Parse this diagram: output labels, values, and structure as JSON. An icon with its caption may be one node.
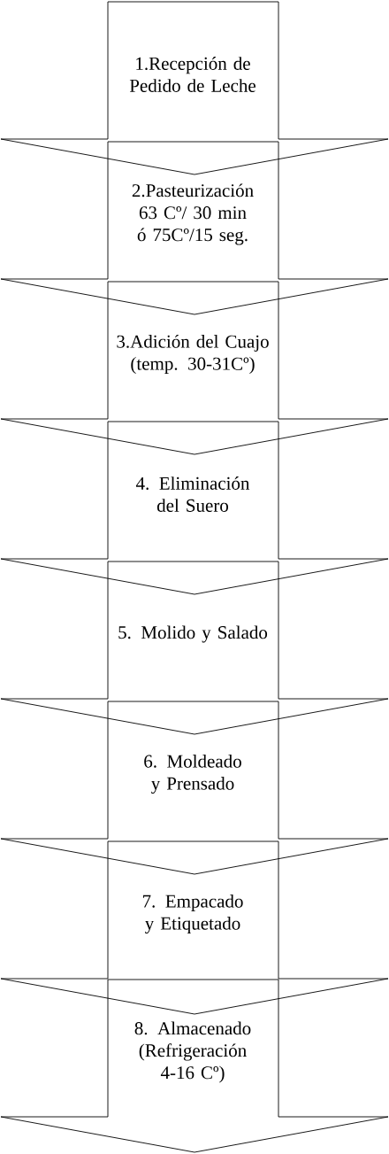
{
  "diagram": {
    "nodes": [
      {
        "text": [
          "1.Recepción de Pedido de Leche"
        ]
      },
      {
        "text": [
          "2.Pasteurización 63 Cº/ 30 min ó 75Cº/15 seg."
        ]
      },
      {
        "text": [
          "3.Adición del Cuajo (temp. 30-31Cº)"
        ]
      },
      {
        "text": [
          "4. Eliminación del Suero"
        ]
      },
      {
        "text": [
          "5. Molido y Salado"
        ]
      },
      {
        "text": [
          "6. Moldeado y Prensado"
        ]
      },
      {
        "text": [
          "7. Empacado y Etiquetado"
        ]
      },
      {
        "text": [
          "8. Almacenado (Refrigeración 4-16 Cº)"
        ]
      }
    ]
  }
}
